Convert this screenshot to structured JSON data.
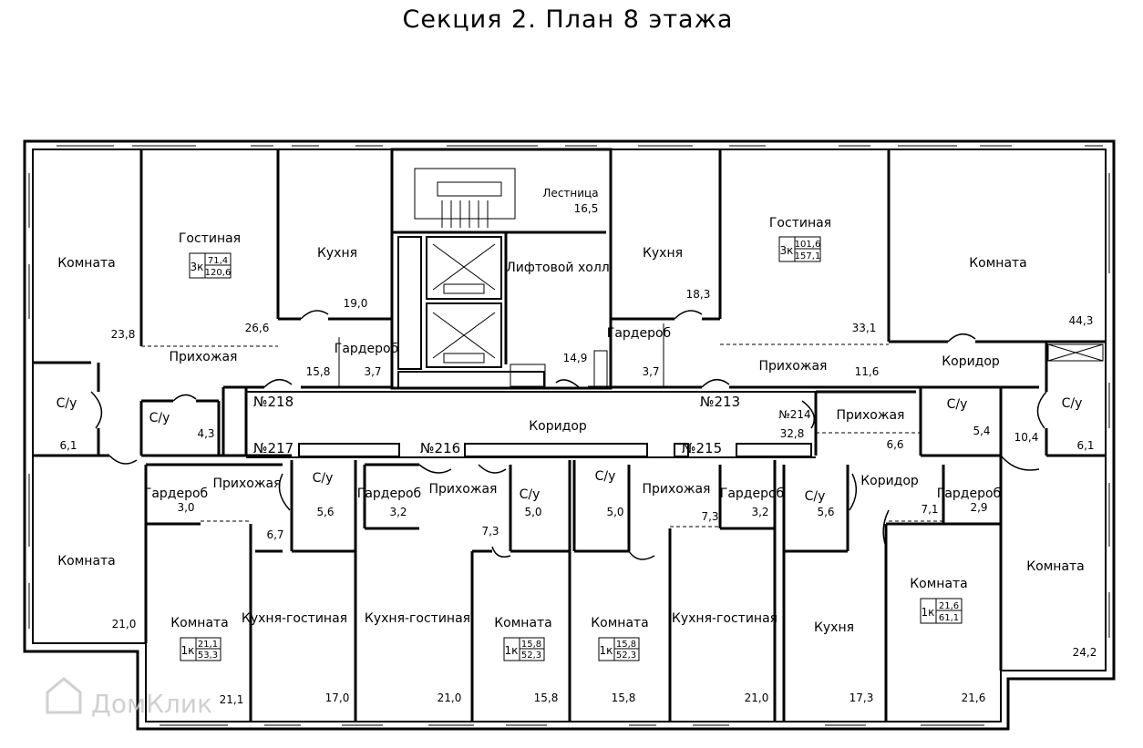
{
  "title": "Секция 2. План 8 этажа",
  "watermark": "ДомКлик",
  "colors": {
    "wall": "#000000",
    "background": "#ffffff",
    "watermark": "#c8c8c8"
  },
  "rooms": [
    {
      "label": "Комната",
      "area": "23,8"
    },
    {
      "label": "Гостиная",
      "area": "26,6"
    },
    {
      "label": "Кухня",
      "area": "19,0"
    },
    {
      "label": "Прихожая",
      "area": "15,8"
    },
    {
      "label": "Гардероб",
      "area": "3,7"
    },
    {
      "label": "С/у",
      "area": "6,1"
    },
    {
      "label": "С/у",
      "area": "4,3"
    },
    {
      "label": "Лестница",
      "area": "16,5"
    },
    {
      "label": "Лифтовой холл",
      "area": "14,9"
    },
    {
      "label": "Кухня",
      "area": "18,3"
    },
    {
      "label": "Гардероб",
      "area": "3,7"
    },
    {
      "label": "Гостиная",
      "area": "33,1"
    },
    {
      "label": "Прихожая",
      "area": "11,6"
    },
    {
      "label": "Комната",
      "area": "44,3"
    },
    {
      "label": "Коридор",
      "area": "10,4"
    },
    {
      "label": "С/у",
      "area": "5,4"
    },
    {
      "label": "С/у",
      "area": "6,1"
    },
    {
      "label": "Прихожая",
      "area": "6,6"
    },
    {
      "label": "Коридор",
      "area": "32,8"
    },
    {
      "label": "Комната",
      "area": "21,0"
    },
    {
      "label": "Гардероб",
      "area": "3,0"
    },
    {
      "label": "Прихожая",
      "area": "6,7"
    },
    {
      "label": "С/у",
      "area": "5,6"
    },
    {
      "label": "Комната",
      "area": "21,1"
    },
    {
      "label": "Кухня-гостиная",
      "area": "17,0"
    },
    {
      "label": "Гардероб",
      "area": "3,2"
    },
    {
      "label": "Прихожая",
      "area": "7,3"
    },
    {
      "label": "С/у",
      "area": "5,0"
    },
    {
      "label": "Кухня-гостиная",
      "area": "21,0"
    },
    {
      "label": "Комната",
      "area": "15,8"
    },
    {
      "label": "С/у",
      "area": "5,0"
    },
    {
      "label": "Прихожая",
      "area": "7,3"
    },
    {
      "label": "Гардероб",
      "area": "3,2"
    },
    {
      "label": "Комната",
      "area": "15,8"
    },
    {
      "label": "Кухня-гостиная",
      "area": "21,0"
    },
    {
      "label": "С/у",
      "area": "5,6"
    },
    {
      "label": "Коридор",
      "area": "7,1"
    },
    {
      "label": "Гардероб",
      "area": "2,9"
    },
    {
      "label": "Кухня",
      "area": "17,3"
    },
    {
      "label": "Комната",
      "area": "21,6"
    },
    {
      "label": "Комната",
      "area": "24,2"
    }
  ],
  "apartments": [
    {
      "number": "№218",
      "type": "3к",
      "living": "71,4",
      "total": "120,6"
    },
    {
      "number": "№213",
      "type": "3к",
      "living": "101,6",
      "total": "157,1"
    },
    {
      "number": "№214"
    },
    {
      "number": "№217",
      "type": "1к",
      "living": "21,1",
      "total": "53,3"
    },
    {
      "number": "№216",
      "type": "1к",
      "living": "15,8",
      "total": "52,3"
    },
    {
      "number": "№215",
      "type": "1к",
      "living": "15,8",
      "total": "52,3"
    },
    {
      "type": "1к",
      "living": "21,6",
      "total": "61,1"
    }
  ]
}
